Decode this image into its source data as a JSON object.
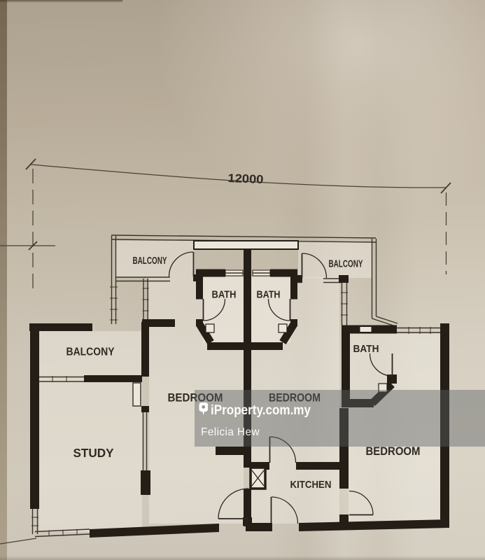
{
  "dimension": {
    "width_label": "12000"
  },
  "floor_plan": {
    "labels": {
      "balcony_top_left": "BALCONY",
      "balcony_top_right": "BALCONY",
      "bath_unit1": "BATH",
      "bath_unit2": "BATH",
      "bath_unit3": "BATH",
      "balcony_side": "BALCONY",
      "bedroom_unit1": "BEDROOM",
      "bedroom_unit2": "BEDROOM",
      "bedroom_unit3": "BEDROOM",
      "study": "STUDY",
      "kitchen": "KITCHEN"
    }
  },
  "watermark": {
    "brand": "iProperty.com.my",
    "agent_name": "Felicia Hew",
    "icon": "location-pin-icon",
    "band_color": "rgba(93,97,100,0.44)",
    "text_color": "#ffffff"
  },
  "colors": {
    "paper_tint": "#d5cec1",
    "wall_ink": "#241e17",
    "line_ink": "#39332b",
    "label_ink": "#2f2a23"
  }
}
